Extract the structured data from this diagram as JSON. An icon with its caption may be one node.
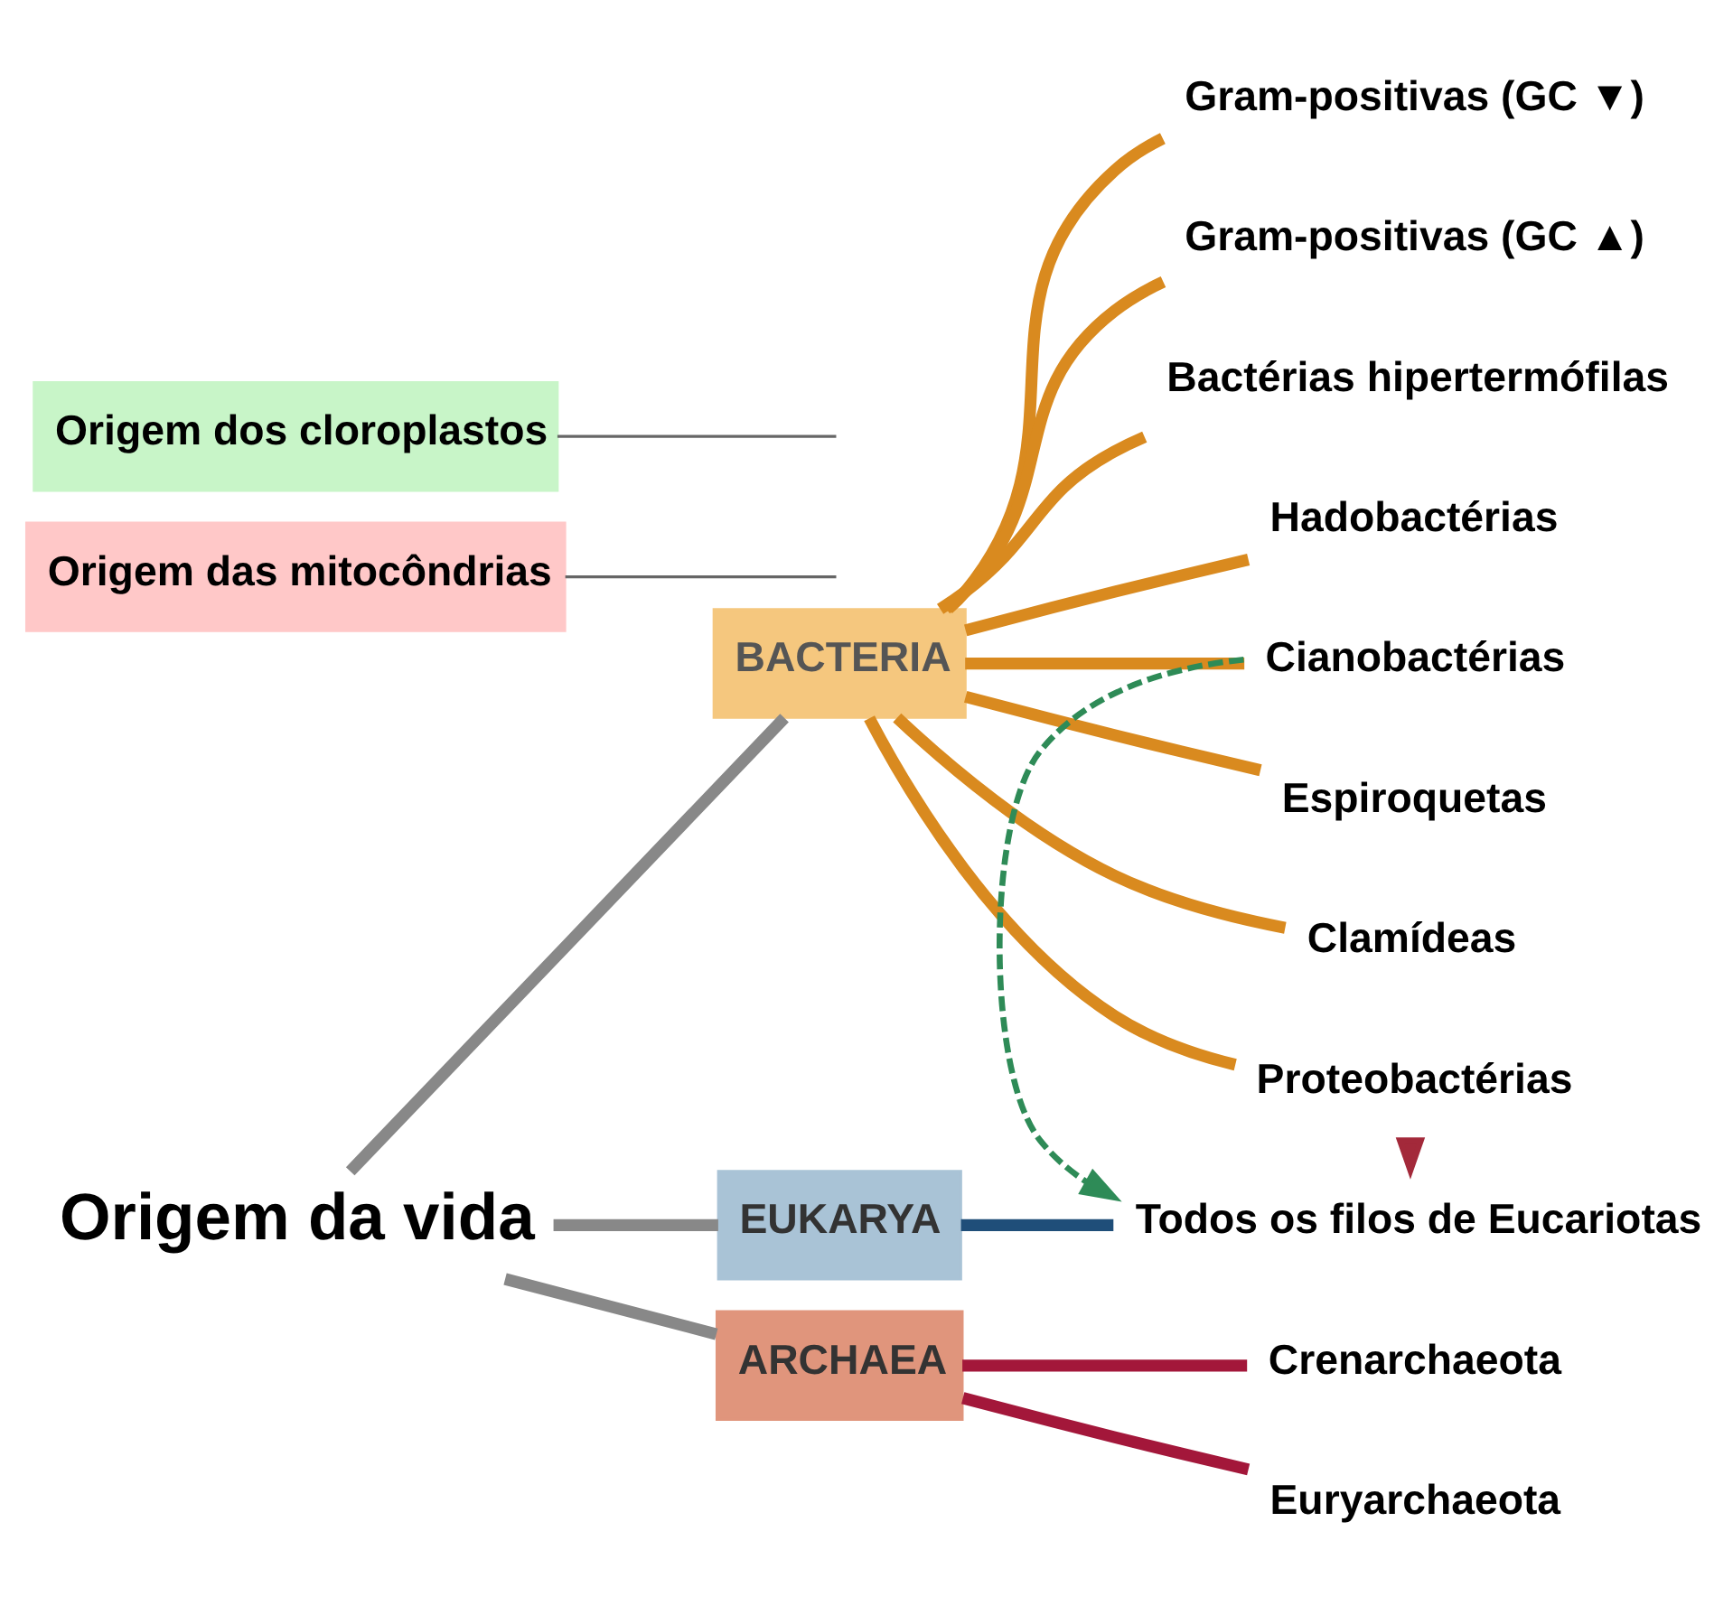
{
  "diagram": {
    "nodes": [
      {
        "text": [
          "Origem da vida"
        ]
      },
      {
        "text": [
          "BACTERIA"
        ]
      },
      {
        "text": [
          "Gram-positivas (GC ▼)"
        ]
      },
      {
        "text": [
          "Gram-positivas (GC ▲)"
        ]
      },
      {
        "text": [
          "Bactérias hipertermófilas"
        ]
      },
      {
        "text": [
          "Hadobactérias"
        ]
      },
      {
        "text": [
          "Cianobactérias"
        ]
      },
      {
        "text": [
          "Espiroquetas"
        ]
      },
      {
        "text": [
          "Clamídeas"
        ]
      },
      {
        "text": [
          "Proteobactérias"
        ]
      },
      {
        "text": [
          "EUKARYA"
        ]
      },
      {
        "text": [
          "Todos os filos de Eucariotas"
        ]
      },
      {
        "text": [
          "ARCHAEA"
        ]
      },
      {
        "text": [
          "Crenarchaeota"
        ]
      },
      {
        "text": [
          "Euryarchaeota"
        ]
      },
      {
        "text": [
          "Origem das mitocôndrias"
        ]
      },
      {
        "text": [
          "Origem dos cloroplastos"
        ]
      }
    ],
    "edges": [
      {
        "from": 0,
        "to": 1,
        "arrow": "none",
        "color": "#888888"
      },
      {
        "from": 1,
        "to": 2,
        "arrow": "none",
        "color": "#d98a1f"
      },
      {
        "from": 1,
        "to": 3,
        "arrow": "none",
        "color": "#d98a1f"
      },
      {
        "from": 1,
        "to": 4,
        "arrow": "none",
        "color": "#d98a1f"
      },
      {
        "from": 1,
        "to": 5,
        "arrow": "none",
        "color": "#d98a1f"
      },
      {
        "from": 1,
        "to": 6,
        "arrow": "none",
        "color": "#d98a1f"
      },
      {
        "from": 1,
        "to": 7,
        "arrow": "none",
        "color": "#d98a1f"
      },
      {
        "from": 1,
        "to": 8,
        "arrow": "none",
        "color": "#d98a1f"
      },
      {
        "from": 1,
        "to": 9,
        "arrow": "none",
        "color": "#d98a1f"
      },
      {
        "from": 0,
        "to": 10,
        "arrow": "none",
        "color": "#888888"
      },
      {
        "from": 10,
        "to": 11,
        "arrow": "none",
        "color": "#1f4e79"
      },
      {
        "from": 0,
        "to": 12,
        "arrow": "none",
        "color": "#888888"
      },
      {
        "from": 12,
        "to": 13,
        "arrow": "none",
        "color": "#a3173a"
      },
      {
        "from": 12,
        "to": 14,
        "arrow": "none",
        "color": "#a3173a"
      },
      {
        "from": 9,
        "to": 11,
        "arrow": "to",
        "style": "dashed",
        "color": "#a3293a"
      },
      {
        "from": 6,
        "to": 11,
        "arrow": "to",
        "style": "dashed",
        "color": "#2e8b57"
      },
      {
        "from": 15,
        "to": null,
        "arrow": "none",
        "color": "#666666"
      },
      {
        "from": 16,
        "to": null,
        "arrow": "none",
        "color": "#666666"
      }
    ]
  }
}
